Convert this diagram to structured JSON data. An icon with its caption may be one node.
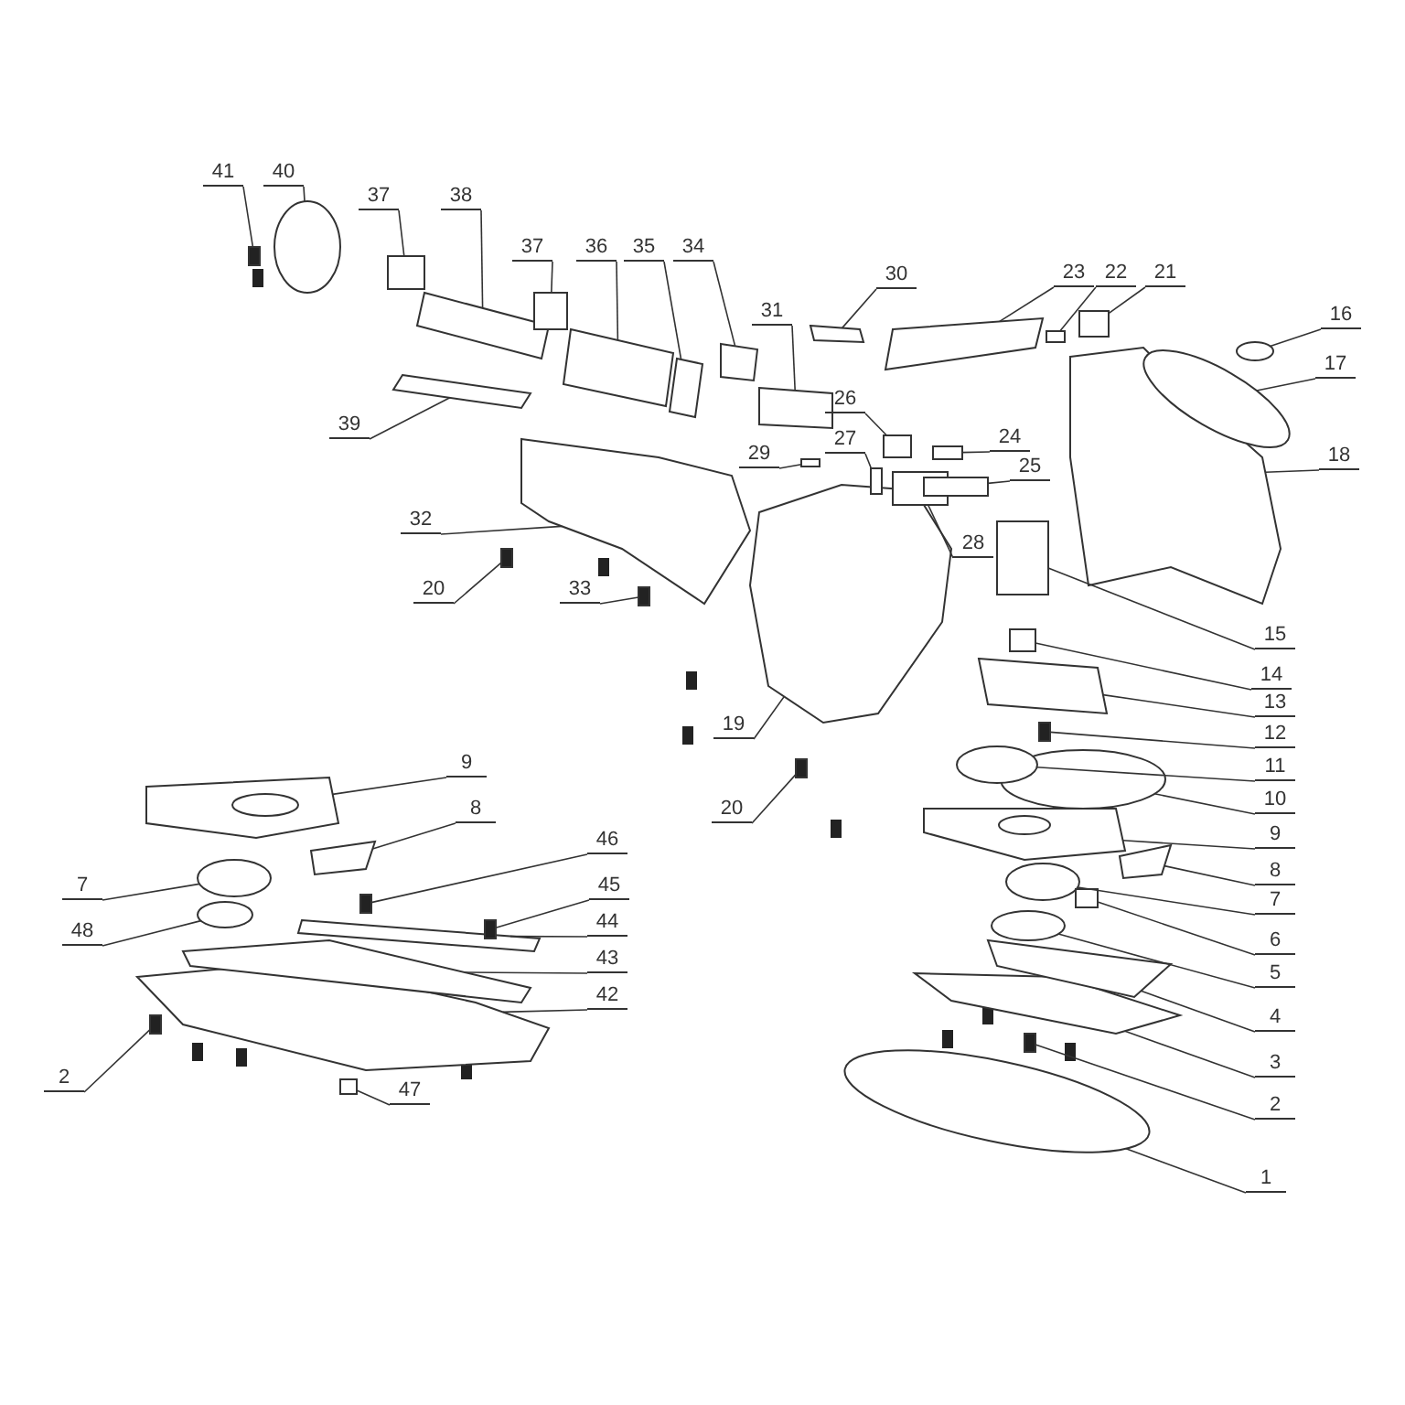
{
  "diagram": {
    "nodes": [
      {
        "text": [
          "41"
        ]
      },
      {
        "text": [
          "40"
        ]
      },
      {
        "text": [
          "37"
        ]
      },
      {
        "text": [
          "38"
        ]
      },
      {
        "text": [
          "37"
        ]
      },
      {
        "text": [
          "36"
        ]
      },
      {
        "text": [
          "35"
        ]
      },
      {
        "text": [
          "34"
        ]
      },
      {
        "text": [
          "23"
        ]
      },
      {
        "text": [
          "22"
        ]
      },
      {
        "text": [
          "21"
        ]
      },
      {
        "text": [
          "30"
        ]
      },
      {
        "text": [
          "31"
        ]
      },
      {
        "text": [
          "16"
        ]
      },
      {
        "text": [
          "17"
        ]
      },
      {
        "text": [
          "26"
        ]
      },
      {
        "text": [
          "39"
        ]
      },
      {
        "text": [
          "27"
        ]
      },
      {
        "text": [
          "24"
        ]
      },
      {
        "text": [
          "29"
        ]
      },
      {
        "text": [
          "18"
        ]
      },
      {
        "text": [
          "25"
        ]
      },
      {
        "text": [
          "32"
        ]
      },
      {
        "text": [
          "28"
        ]
      },
      {
        "text": [
          "20"
        ]
      },
      {
        "text": [
          "33"
        ]
      },
      {
        "text": [
          "15"
        ]
      },
      {
        "text": [
          "14"
        ]
      },
      {
        "text": [
          "13"
        ]
      },
      {
        "text": [
          "19"
        ]
      },
      {
        "text": [
          "12"
        ]
      },
      {
        "text": [
          "9"
        ]
      },
      {
        "text": [
          "11"
        ]
      },
      {
        "text": [
          "10"
        ]
      },
      {
        "text": [
          "8"
        ]
      },
      {
        "text": [
          "20"
        ]
      },
      {
        "text": [
          "9"
        ]
      },
      {
        "text": [
          "46"
        ]
      },
      {
        "text": [
          "8"
        ]
      },
      {
        "text": [
          "7"
        ]
      },
      {
        "text": [
          "45"
        ]
      },
      {
        "text": [
          "7"
        ]
      },
      {
        "text": [
          "44"
        ]
      },
      {
        "text": [
          "48"
        ]
      },
      {
        "text": [
          "6"
        ]
      },
      {
        "text": [
          "43"
        ]
      },
      {
        "text": [
          "5"
        ]
      },
      {
        "text": [
          "42"
        ]
      },
      {
        "text": [
          "4"
        ]
      },
      {
        "text": [
          "3"
        ]
      },
      {
        "text": [
          "2"
        ]
      },
      {
        "text": [
          "47"
        ]
      },
      {
        "text": [
          "2"
        ]
      },
      {
        "text": [
          "1"
        ]
      },
      {
        "text": [],
        "shape": "box"
      },
      {
        "text": [],
        "shape": "circle"
      },
      {
        "text": [],
        "shape": "box"
      },
      {
        "text": [],
        "shape": "box"
      },
      {
        "text": [],
        "shape": "box"
      },
      {
        "text": [],
        "shape": "box"
      },
      {
        "text": [],
        "shape": "box"
      },
      {
        "text": [],
        "shape": "box"
      },
      {
        "text": [],
        "shape": "box"
      },
      {
        "text": [],
        "shape": "box"
      },
      {
        "text": [],
        "shape": "box"
      },
      {
        "text": [],
        "shape": "box"
      },
      {
        "text": [],
        "shape": "box"
      },
      {
        "text": [],
        "shape": "circle"
      },
      {
        "text": [],
        "shape": "circle"
      },
      {
        "text": [],
        "shape": "box"
      },
      {
        "text": [],
        "shape": "box"
      },
      {
        "text": [],
        "shape": "box"
      },
      {
        "text": [],
        "shape": "box"
      },
      {
        "text": [],
        "shape": "box"
      },
      {
        "text": [],
        "shape": "box"
      },
      {
        "text": [],
        "shape": "box"
      },
      {
        "text": [],
        "shape": "box"
      },
      {
        "text": [],
        "shape": "box"
      },
      {
        "text": [],
        "shape": "box"
      },
      {
        "text": [],
        "shape": "box"
      },
      {
        "text": [],
        "shape": "box"
      },
      {
        "text": [],
        "shape": "box"
      },
      {
        "text": [],
        "shape": "box"
      },
      {
        "text": [],
        "shape": "box"
      },
      {
        "text": [],
        "shape": "box"
      },
      {
        "text": [],
        "shape": "box"
      },
      {
        "text": [],
        "shape": "circle"
      },
      {
        "text": [],
        "shape": "circle"
      },
      {
        "text": [],
        "shape": "box"
      },
      {
        "text": [],
        "shape": "box"
      },
      {
        "text": [],
        "shape": "box"
      },
      {
        "text": [],
        "shape": "box"
      },
      {
        "text": [],
        "shape": "box"
      },
      {
        "text": [],
        "shape": "circle"
      },
      {
        "text": [],
        "shape": "box"
      },
      {
        "text": [],
        "shape": "circle"
      },
      {
        "text": [],
        "shape": "box"
      },
      {
        "text": [],
        "shape": "circle"
      },
      {
        "text": [],
        "shape": "box"
      },
      {
        "text": [],
        "shape": "box"
      },
      {
        "text": [],
        "shape": "circle"
      },
      {
        "text": [],
        "shape": "box"
      },
      {
        "text": [],
        "shape": "box"
      },
      {
        "text": [],
        "shape": "box"
      },
      {
        "text": [],
        "shape": "box"
      },
      {
        "text": [],
        "shape": "box"
      },
      {
        "text": [],
        "shape": "box"
      },
      {
        "text": [],
        "shape": "circle"
      }
    ],
    "edges": [
      {
        "from": 0,
        "to": 54,
        "arrow": "none"
      },
      {
        "from": 1,
        "to": 55,
        "arrow": "none"
      },
      {
        "from": 2,
        "to": 56,
        "arrow": "none"
      },
      {
        "from": 3,
        "to": 57,
        "arrow": "none"
      },
      {
        "from": 4,
        "to": 58,
        "arrow": "none"
      },
      {
        "from": 5,
        "to": 59,
        "arrow": "none"
      },
      {
        "from": 6,
        "to": 60,
        "arrow": "none"
      },
      {
        "from": 7,
        "to": 61,
        "arrow": "none"
      },
      {
        "from": 8,
        "to": 62,
        "arrow": "none"
      },
      {
        "from": 9,
        "to": 63,
        "arrow": "none"
      },
      {
        "from": 10,
        "to": 64,
        "arrow": "none"
      },
      {
        "from": 11,
        "to": 65,
        "arrow": "none"
      },
      {
        "from": 12,
        "to": 66,
        "arrow": "none"
      },
      {
        "from": 13,
        "to": 67,
        "arrow": "none"
      },
      {
        "from": 14,
        "to": 68,
        "arrow": "none"
      },
      {
        "from": 15,
        "to": 69,
        "arrow": "none"
      },
      {
        "from": 16,
        "to": 70,
        "arrow": "none"
      },
      {
        "from": 17,
        "to": 71,
        "arrow": "none"
      },
      {
        "from": 18,
        "to": 72,
        "arrow": "none"
      },
      {
        "from": 19,
        "to": 73,
        "arrow": "none"
      },
      {
        "from": 20,
        "to": 74,
        "arrow": "none"
      },
      {
        "from": 21,
        "to": 75,
        "arrow": "none"
      },
      {
        "from": 22,
        "to": 76,
        "arrow": "none"
      },
      {
        "from": 23,
        "to": 77,
        "arrow": "none"
      },
      {
        "from": 24,
        "to": 78,
        "arrow": "none"
      },
      {
        "from": 25,
        "to": 79,
        "arrow": "none"
      },
      {
        "from": 26,
        "to": 80,
        "arrow": "none"
      },
      {
        "from": 27,
        "to": 81,
        "arrow": "none"
      },
      {
        "from": 28,
        "to": 82,
        "arrow": "none"
      },
      {
        "from": 29,
        "to": 83,
        "arrow": "none"
      },
      {
        "from": 30,
        "to": 84,
        "arrow": "none"
      },
      {
        "from": 31,
        "to": 85,
        "arrow": "none"
      },
      {
        "from": 32,
        "to": 86,
        "arrow": "none"
      },
      {
        "from": 33,
        "to": 87,
        "arrow": "none"
      },
      {
        "from": 34,
        "to": 88,
        "arrow": "none"
      },
      {
        "from": 35,
        "to": 89,
        "arrow": "none"
      },
      {
        "from": 36,
        "to": 90,
        "arrow": "none"
      },
      {
        "from": 37,
        "to": 91,
        "arrow": "none"
      },
      {
        "from": 38,
        "to": 92,
        "arrow": "none"
      },
      {
        "from": 39,
        "to": 93,
        "arrow": "none"
      },
      {
        "from": 40,
        "to": 94,
        "arrow": "none"
      },
      {
        "from": 41,
        "to": 95,
        "arrow": "none"
      },
      {
        "from": 42,
        "to": 96,
        "arrow": "none"
      },
      {
        "from": 43,
        "to": 97,
        "arrow": "none"
      },
      {
        "from": 44,
        "to": 98,
        "arrow": "none"
      },
      {
        "from": 45,
        "to": 99,
        "arrow": "none"
      },
      {
        "from": 46,
        "to": 100,
        "arrow": "none"
      },
      {
        "from": 47,
        "to": 101,
        "arrow": "none"
      },
      {
        "from": 48,
        "to": 102,
        "arrow": "none"
      },
      {
        "from": 49,
        "to": 103,
        "arrow": "none"
      },
      {
        "from": 50,
        "to": 104,
        "arrow": "none"
      },
      {
        "from": 51,
        "to": 105,
        "arrow": "none"
      },
      {
        "from": 52,
        "to": 106,
        "arrow": "none"
      },
      {
        "from": 53,
        "to": 107,
        "arrow": "none"
      }
    ]
  }
}
